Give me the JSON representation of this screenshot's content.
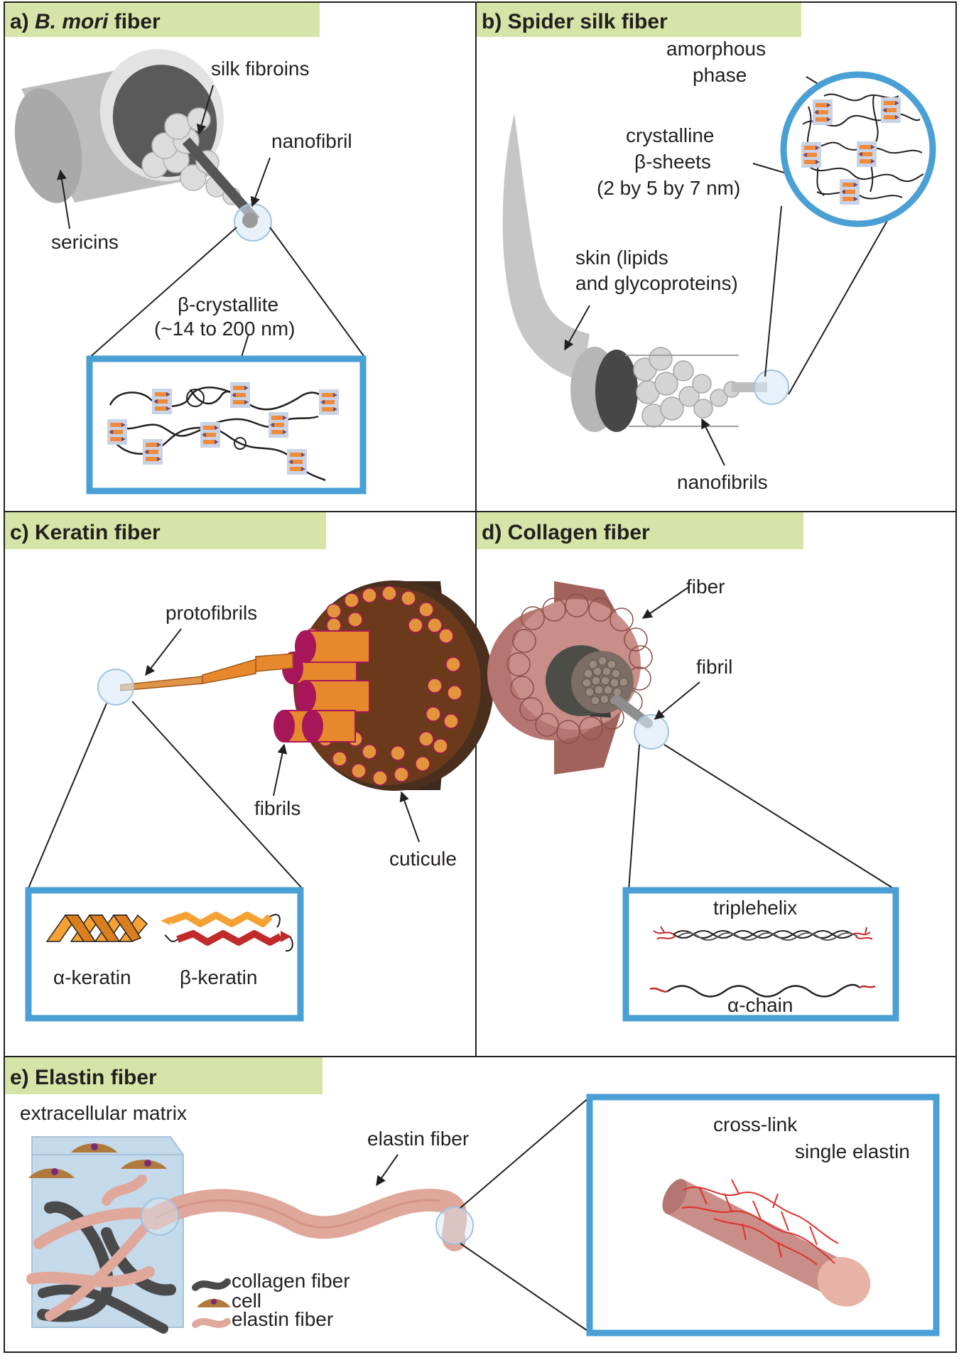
{
  "colors": {
    "title_bg": "#d7e4a7",
    "inset_border": "#4a9fd4",
    "frame": "#231f20",
    "fiber_gray": "#c8c8c8",
    "fiber_dark": "#555555",
    "keratin_orange": "#f29a36",
    "keratin_magenta": "#a8165a",
    "cuticle_brown": "#3d2a1e",
    "collagen_pink": "#b57570",
    "elastin_pink": "#e0a79b",
    "collagen_dark": "#4a4a4a",
    "ecm_blue": "#c4d9ea",
    "arrow_orange": "#f08b3c",
    "helix_red": "#c4282c"
  },
  "panels": {
    "a": {
      "prefix": "a) ",
      "name_italic": "B. mori",
      "name_rest": " fiber",
      "labels": {
        "silk_fibroins": "silk fibroins",
        "nanofibril": "nanofibril",
        "sericins": "sericins",
        "crystallite_1": "β-crystallite",
        "crystallite_2": "(~14 to 200 nm)"
      }
    },
    "b": {
      "title": "b) Spider silk fiber",
      "labels": {
        "amorphous_1": "amorphous",
        "amorphous_2": "phase",
        "crystalline_1": "crystalline",
        "crystalline_2": "β-sheets",
        "crystalline_3": "(2 by 5 by 7 nm)",
        "skin_1": "skin (lipids",
        "skin_2": "and glycoproteins)",
        "nanofibrils": "nanofibrils"
      }
    },
    "c": {
      "title": "c) Keratin fiber",
      "labels": {
        "protofibrils": "protofibrils",
        "fibrils": "fibrils",
        "cuticule": "cuticule",
        "alpha_keratin": "α-keratin",
        "beta_keratin": "β-keratin"
      }
    },
    "d": {
      "title": "d) Collagen fiber",
      "labels": {
        "fiber": "fiber",
        "fibril": "fibril",
        "triplehelix": "triplehelix",
        "alpha_chain": "α-chain"
      }
    },
    "e": {
      "title": "e) Elastin fiber",
      "labels": {
        "ecm": "extracellular matrix",
        "elastin_fiber": "elastin fiber",
        "cross_link": "cross-link",
        "single_elastin": "single elastin"
      },
      "legend": {
        "collagen_fiber": "collagen fiber",
        "cell": "cell",
        "elastin_fiber": "elastin fiber"
      }
    }
  }
}
